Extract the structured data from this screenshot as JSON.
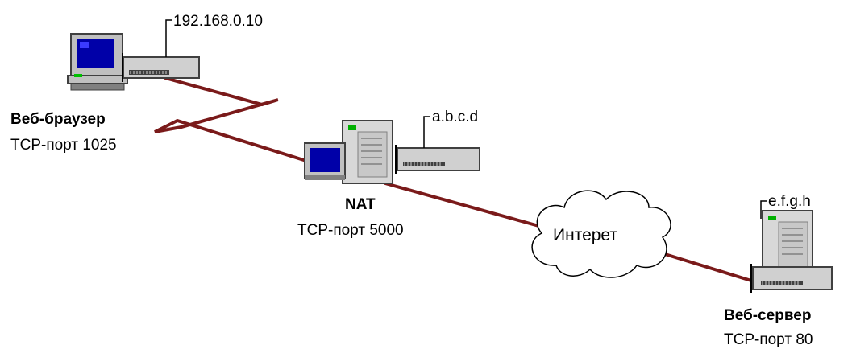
{
  "colors": {
    "link": "#7a1a1a",
    "device_dark": "#404040",
    "device_gray": "#c0c0c0",
    "screen_blue": "#0000a8"
  },
  "client": {
    "ip": "192.168.0.10",
    "name": "Веб-браузер",
    "port": "TCP-порт 1025",
    "icon": "workstation-icon"
  },
  "nat": {
    "ip": "a.b.c.d",
    "name": "NAT",
    "port": "TCP-порт 5000",
    "icon": "server-with-monitor-icon"
  },
  "internet": {
    "label": "Интерет",
    "icon": "cloud-icon"
  },
  "server": {
    "ip": "e.f.g.h",
    "name": "Веб-сервер",
    "port": "TCP-порт 80",
    "icon": "server-tower-icon"
  }
}
